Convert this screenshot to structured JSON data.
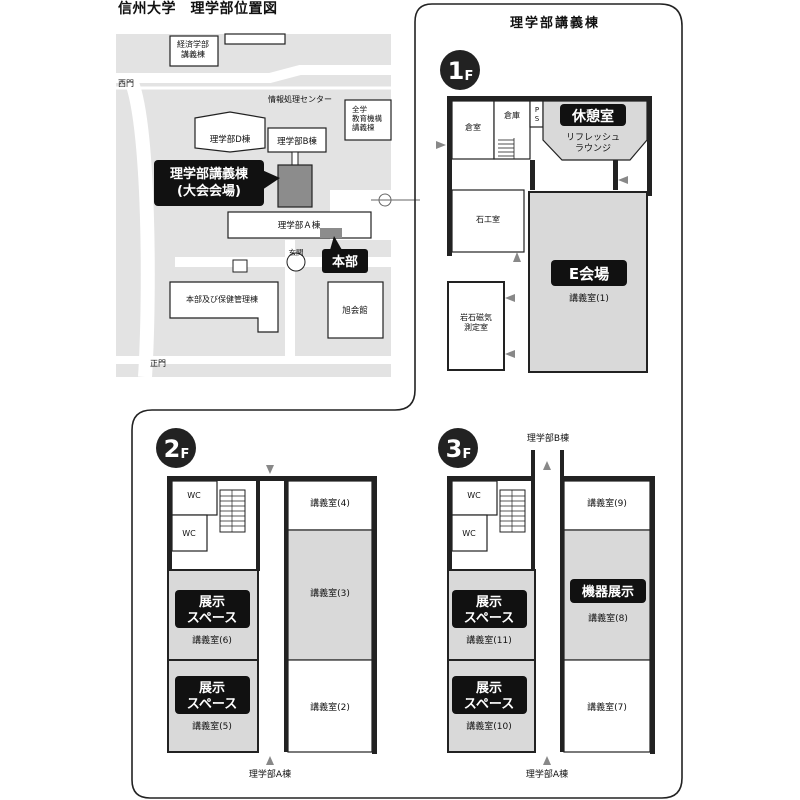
{
  "page_title": "信州大学　理学部位置図",
  "map": {
    "west_gate": "西門",
    "main_gate": "正門",
    "buildings": {
      "econ": "経済学部\n講義棟",
      "joho": "情報処理センター",
      "zengaku": "全学\n教育機構\n講義棟",
      "d": "理学部D棟",
      "b": "理学部B棟",
      "a": "理学部Ａ棟",
      "genkan": "玄関",
      "honbu_hoken": "本部及び保健管理棟",
      "asahi": "旭会館"
    },
    "callouts": {
      "lecture": "理学部講義棟\n(大会会場)",
      "honbu": "本部"
    }
  },
  "lecture_building": {
    "title": "理学部講義棟",
    "floors": {
      "f1": {
        "badge_num": "1",
        "badge_f": "F",
        "rooms": {
          "souko1": "倉室",
          "souko2": "倉庫",
          "ps": "P\nS",
          "rest_label": "休憩室",
          "rest_sub": "リフレッシュ\nラウンジ",
          "sekko": "石工室",
          "hall_label": "E会場",
          "hall_sub": "講義室(1)",
          "rock": "岩石磁気\n測定室"
        }
      },
      "f2": {
        "badge_num": "2",
        "badge_f": "F",
        "rooms": {
          "wc1": "WC",
          "wc2": "WC",
          "r4": "講義室(4)",
          "r3": "講義室(3)",
          "r2": "講義室(2)",
          "ex6": "展示\nスペース",
          "r6": "講義室(6)",
          "ex5": "展示\nスペース",
          "r5": "講義室(5)"
        },
        "bottom_label": "理学部A棟"
      },
      "f3": {
        "badge_num": "3",
        "badge_f": "F",
        "top_label": "理学部B棟",
        "rooms": {
          "wc1": "WC",
          "wc2": "WC",
          "r9": "講義室(9)",
          "kiki": "機器展示",
          "r8": "講義室(8)",
          "r7": "講義室(7)",
          "ex11": "展示\nスペース",
          "r11": "講義室(11)",
          "ex10": "展示\nスペース",
          "r10": "講義室(10)"
        },
        "bottom_label": "理学部A棟"
      }
    }
  },
  "colors": {
    "room_gray": "#d9d9d9",
    "map_bg": "#e3e3e3",
    "building_fill": "#ffffff",
    "highlight": "#8c8c8c",
    "callout": "#111111"
  }
}
